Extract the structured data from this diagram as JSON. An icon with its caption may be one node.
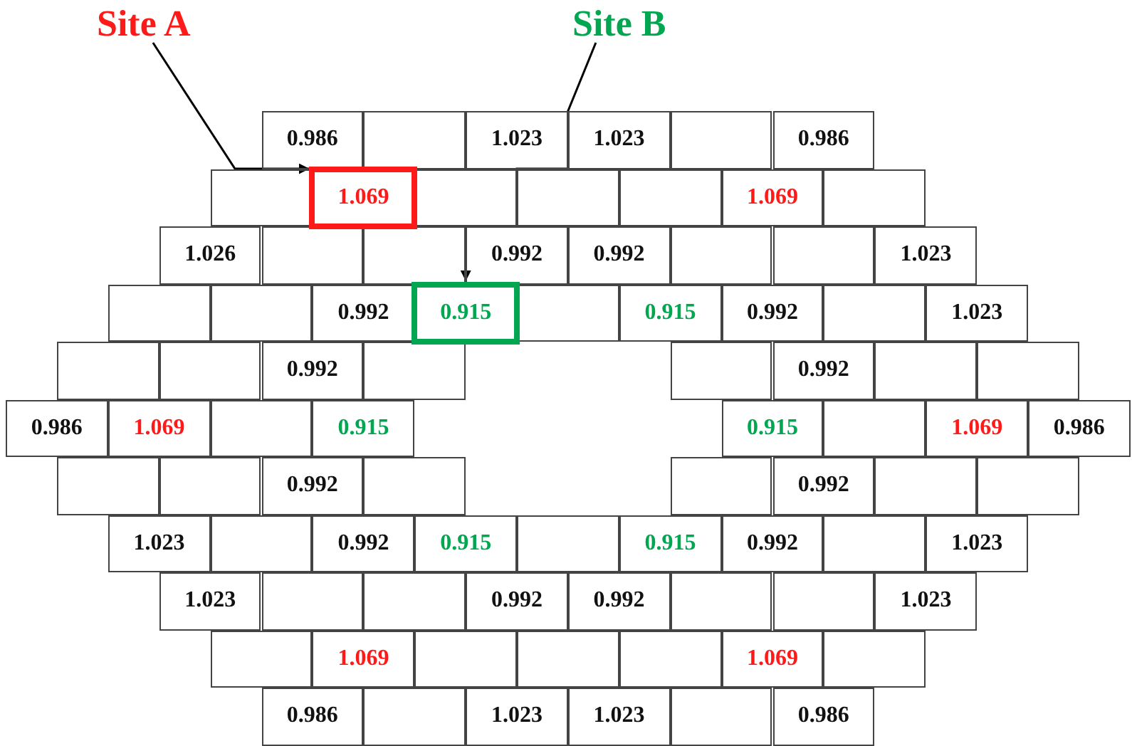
{
  "diagram": {
    "nodes": [
      {
        "text": [
          "Site A"
        ]
      },
      {
        "text": [
          "Site B"
        ]
      },
      {
        "text": [
          "0.986"
        ]
      },
      {
        "text": [],
        "shape": "box"
      },
      {
        "text": [
          "1.023"
        ]
      },
      {
        "text": [
          "1.023"
        ]
      },
      {
        "text": [],
        "shape": "box"
      },
      {
        "text": [
          "0.986"
        ]
      },
      {
        "text": [],
        "shape": "box"
      },
      {
        "text": [
          "1.069"
        ]
      },
      {
        "text": [],
        "shape": "box"
      },
      {
        "text": [],
        "shape": "box"
      },
      {
        "text": [],
        "shape": "box"
      },
      {
        "text": [
          "1.069"
        ]
      },
      {
        "text": [],
        "shape": "box"
      },
      {
        "text": [
          "1.026"
        ]
      },
      {
        "text": [],
        "shape": "box"
      },
      {
        "text": [],
        "shape": "box"
      },
      {
        "text": [
          "0.992"
        ]
      },
      {
        "text": [
          "0.992"
        ]
      },
      {
        "text": [],
        "shape": "box"
      },
      {
        "text": [],
        "shape": "box"
      },
      {
        "text": [
          "1.023"
        ]
      },
      {
        "text": [],
        "shape": "box"
      },
      {
        "text": [],
        "shape": "box"
      },
      {
        "text": [
          "0.992"
        ]
      },
      {
        "text": [
          "0.915"
        ]
      },
      {
        "text": [],
        "shape": "box"
      },
      {
        "text": [
          "0.915"
        ]
      },
      {
        "text": [
          "0.992"
        ]
      },
      {
        "text": [],
        "shape": "box"
      },
      {
        "text": [
          "1.023"
        ]
      },
      {
        "text": [],
        "shape": "box"
      },
      {
        "text": [],
        "shape": "box"
      },
      {
        "text": [
          "0.992"
        ]
      },
      {
        "text": [],
        "shape": "box"
      },
      {
        "text": [],
        "shape": "box"
      },
      {
        "text": [
          "0.992"
        ]
      },
      {
        "text": [],
        "shape": "box"
      },
      {
        "text": [],
        "shape": "box"
      },
      {
        "text": [
          "0.986"
        ]
      },
      {
        "text": [
          "1.069"
        ]
      },
      {
        "text": [],
        "shape": "box"
      },
      {
        "text": [
          "0.915"
        ]
      },
      {
        "text": [
          "0.915"
        ]
      },
      {
        "text": [],
        "shape": "box"
      },
      {
        "text": [
          "1.069"
        ]
      },
      {
        "text": [
          "0.986"
        ]
      },
      {
        "text": [],
        "shape": "box"
      },
      {
        "text": [],
        "shape": "box"
      },
      {
        "text": [
          "0.992"
        ]
      },
      {
        "text": [],
        "shape": "box"
      },
      {
        "text": [],
        "shape": "box"
      },
      {
        "text": [
          "0.992"
        ]
      },
      {
        "text": [],
        "shape": "box"
      },
      {
        "text": [],
        "shape": "box"
      },
      {
        "text": [
          "1.023"
        ]
      },
      {
        "text": [],
        "shape": "box"
      },
      {
        "text": [
          "0.992"
        ]
      },
      {
        "text": [
          "0.915"
        ]
      },
      {
        "text": [],
        "shape": "box"
      },
      {
        "text": [
          "0.915"
        ]
      },
      {
        "text": [
          "0.992"
        ]
      },
      {
        "text": [],
        "shape": "box"
      },
      {
        "text": [
          "1.023"
        ]
      },
      {
        "text": [
          "1.023"
        ]
      },
      {
        "text": [],
        "shape": "box"
      },
      {
        "text": [],
        "shape": "box"
      },
      {
        "text": [
          "0.992"
        ]
      },
      {
        "text": [
          "0.992"
        ]
      },
      {
        "text": [],
        "shape": "box"
      },
      {
        "text": [],
        "shape": "box"
      },
      {
        "text": [
          "1.023"
        ]
      },
      {
        "text": [],
        "shape": "box"
      },
      {
        "text": [
          "1.069"
        ]
      },
      {
        "text": [],
        "shape": "box"
      },
      {
        "text": [],
        "shape": "box"
      },
      {
        "text": [],
        "shape": "box"
      },
      {
        "text": [
          "1.069"
        ]
      },
      {
        "text": [],
        "shape": "box"
      },
      {
        "text": [
          "0.986"
        ]
      },
      {
        "text": [],
        "shape": "box"
      },
      {
        "text": [
          "1.023"
        ]
      },
      {
        "text": [
          "1.023"
        ]
      },
      {
        "text": [],
        "shape": "box"
      },
      {
        "text": [
          "0.986"
        ]
      }
    ],
    "edges": [
      {
        "from": 0,
        "to": 9,
        "arrow": "to"
      },
      {
        "from": 1,
        "to": 26,
        "arrow": "to"
      }
    ]
  }
}
